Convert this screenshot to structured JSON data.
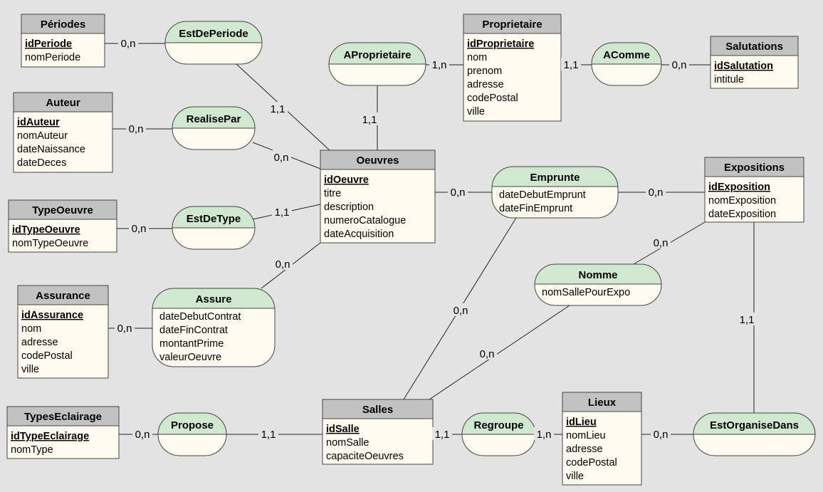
{
  "entities": [
    {
      "id": "periodes",
      "title": "Périodes",
      "key": "idPeriode",
      "attrs": [
        "nomPeriode"
      ]
    },
    {
      "id": "auteur",
      "title": "Auteur",
      "key": "idAuteur",
      "attrs": [
        "nomAuteur",
        "dateNaissance",
        "dateDeces"
      ]
    },
    {
      "id": "typeoeuvre",
      "title": "TypeOeuvre",
      "key": "idTypeOeuvre",
      "attrs": [
        "nomTypeOeuvre"
      ]
    },
    {
      "id": "assurance",
      "title": "Assurance",
      "key": "idAssurance",
      "attrs": [
        "nom",
        "adresse",
        "codePostal",
        "ville"
      ]
    },
    {
      "id": "typeseclairage",
      "title": "TypesEclairage",
      "key": "idTypeEclairage",
      "attrs": [
        "nomType"
      ]
    },
    {
      "id": "proprietaire",
      "title": "Proprietaire",
      "key": "idProprietaire",
      "attrs": [
        "nom",
        "prenom",
        "adresse",
        "codePostal",
        "ville"
      ]
    },
    {
      "id": "salutations",
      "title": "Salutations",
      "key": "idSalutation",
      "attrs": [
        "intitule"
      ]
    },
    {
      "id": "oeuvres",
      "title": "Oeuvres",
      "key": "idOeuvre",
      "attrs": [
        "titre",
        "description",
        "numeroCatalogue",
        "dateAcquisition"
      ]
    },
    {
      "id": "expositions",
      "title": "Expositions",
      "key": "idExposition",
      "attrs": [
        "nomExposition",
        "dateExposition"
      ]
    },
    {
      "id": "salles",
      "title": "Salles",
      "key": "idSalle",
      "attrs": [
        "nomSalle",
        "capaciteOeuvres"
      ]
    },
    {
      "id": "lieux",
      "title": "Lieux",
      "key": "idLieu",
      "attrs": [
        "nomLieu",
        "adresse",
        "codePostal",
        "ville"
      ]
    }
  ],
  "relations": [
    {
      "id": "estdeperiode",
      "title": "EstDePeriode",
      "attrs": []
    },
    {
      "id": "realisepar",
      "title": "RealisePar",
      "attrs": []
    },
    {
      "id": "estdetype",
      "title": "EstDeType",
      "attrs": []
    },
    {
      "id": "assure",
      "title": "Assure",
      "attrs": [
        "dateDebutContrat",
        "dateFinContrat",
        "montantPrime",
        "valeurOeuvre"
      ]
    },
    {
      "id": "propose",
      "title": "Propose",
      "attrs": []
    },
    {
      "id": "aproprietaire",
      "title": "AProprietaire",
      "attrs": []
    },
    {
      "id": "acomme",
      "title": "AComme",
      "attrs": []
    },
    {
      "id": "emprunte",
      "title": "Emprunte",
      "attrs": [
        "dateDebutEmprunt",
        "dateFinEmprunt"
      ]
    },
    {
      "id": "nomme",
      "title": "Nomme",
      "attrs": [
        "nomSallePourExpo"
      ]
    },
    {
      "id": "regroupe",
      "title": "Regroupe",
      "attrs": []
    },
    {
      "id": "estorganisedans",
      "title": "EstOrganiseDans",
      "attrs": []
    }
  ],
  "cardinalities": [
    {
      "id": "c1",
      "text": "0,n"
    },
    {
      "id": "c2",
      "text": "1,1"
    },
    {
      "id": "c3",
      "text": "0,n"
    },
    {
      "id": "c4",
      "text": "0,n"
    },
    {
      "id": "c5",
      "text": "0,n"
    },
    {
      "id": "c6",
      "text": "1,1"
    },
    {
      "id": "c7",
      "text": "0,n"
    },
    {
      "id": "c8",
      "text": "0,n"
    },
    {
      "id": "c9",
      "text": "0,n"
    },
    {
      "id": "c10",
      "text": "1,1"
    },
    {
      "id": "c11",
      "text": "1,1"
    },
    {
      "id": "c12",
      "text": "1,n"
    },
    {
      "id": "c13",
      "text": "1,1"
    },
    {
      "id": "c14",
      "text": "0,n"
    },
    {
      "id": "c15",
      "text": "0,n"
    },
    {
      "id": "c16",
      "text": "0,n"
    },
    {
      "id": "c17",
      "text": "0,n"
    },
    {
      "id": "c18",
      "text": "0,n"
    },
    {
      "id": "c19",
      "text": "0,n"
    },
    {
      "id": "c20",
      "text": "1,1"
    },
    {
      "id": "c21",
      "text": "1,n"
    },
    {
      "id": "c22",
      "text": "0,n"
    },
    {
      "id": "c23",
      "text": "1,1"
    }
  ],
  "colors": {
    "background": "#e3e3e3",
    "entity_header": "#c2c2c2",
    "entity_body": "#fffbf0",
    "relation_header": "#cfe8cf",
    "line": "#222222"
  }
}
